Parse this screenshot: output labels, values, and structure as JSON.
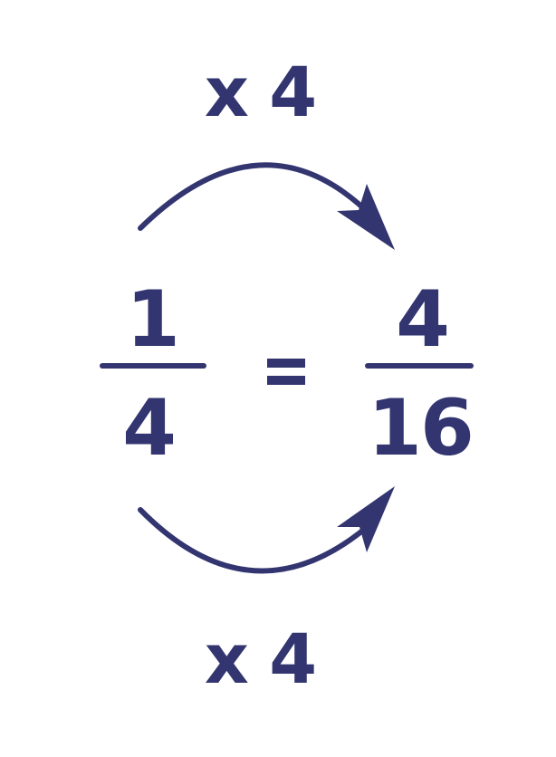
{
  "top_operation": "x 4",
  "bottom_operation": "x 4",
  "left_fraction": {
    "numerator": "1",
    "denominator": "4"
  },
  "equals_sign": "=",
  "right_fraction": {
    "numerator": "4",
    "denominator": "16"
  },
  "colors": {
    "primary": "#333570",
    "background": "#ffffff"
  },
  "arrows": [
    {
      "name": "top-arrow",
      "direction": "left-to-right",
      "curve": "arc-up"
    },
    {
      "name": "bottom-arrow",
      "direction": "left-to-right",
      "curve": "arc-down"
    }
  ]
}
